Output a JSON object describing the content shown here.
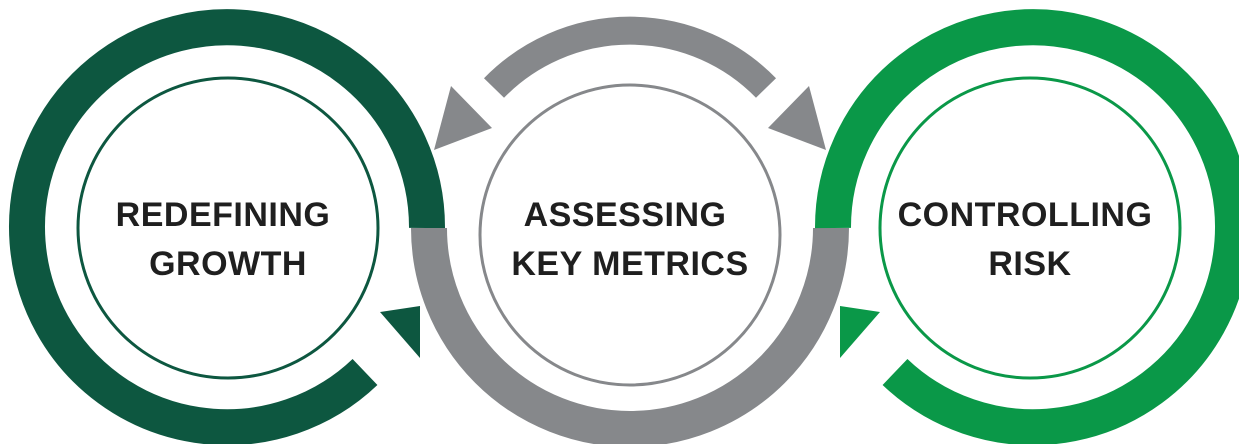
{
  "colors": {
    "dark_green": "#0d5740",
    "gray": "#86888b",
    "bright_green": "#0a9848",
    "label_text": "#1f1f1f",
    "background": "#ffffff"
  },
  "cycles": [
    {
      "id": "redefining-growth",
      "label_lines": [
        "REDEFINING",
        "GROWTH"
      ],
      "color": "dark_green",
      "arrow": "arrow-up-right"
    },
    {
      "id": "assessing-key-metrics",
      "label_lines": [
        "ASSESSING",
        "KEY METRICS"
      ],
      "color": "gray",
      "arrow": "double-headed-arc-arrow"
    },
    {
      "id": "controlling-risk",
      "label_lines": [
        "CONTROLLING",
        "RISK"
      ],
      "color": "bright_green",
      "arrow": "arrow-up-left"
    }
  ]
}
